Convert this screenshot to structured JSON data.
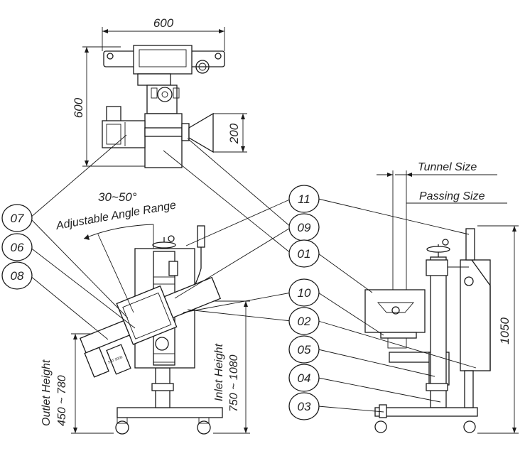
{
  "dimensions": {
    "top_width": "600",
    "top_height": "600",
    "hood": "200",
    "side_height": "1050"
  },
  "labels": {
    "angle": "30~50°",
    "angle_range": "Adjustable Angle Range",
    "tunnel_size": "Tunnel Size",
    "passing_size": "Passing Size",
    "outlet_title": "Outlet Height",
    "outlet_value": "450 ~ 780",
    "inlet_title": "Inlet Height",
    "inlet_value": "750 ~ 1080",
    "plate_text": "SAT 9000"
  },
  "callouts": [
    "07",
    "06",
    "08",
    "11",
    "09",
    "01",
    "10",
    "02",
    "05",
    "04",
    "03"
  ]
}
